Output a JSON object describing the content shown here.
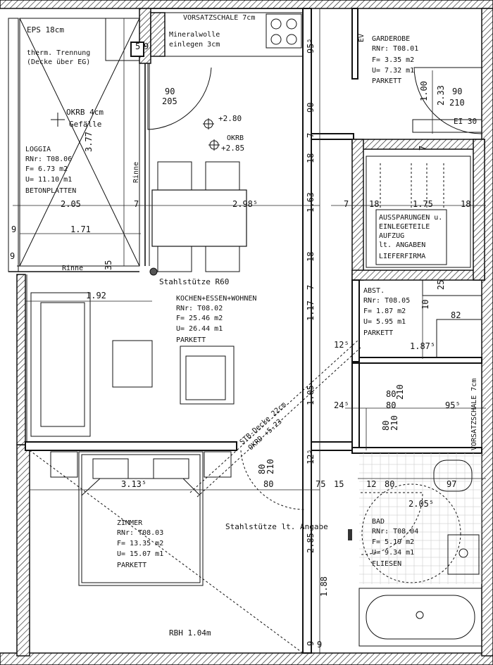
{
  "rooms": {
    "loggia": {
      "name": "LOGGIA",
      "nr": "RNr: T08.06",
      "area": "F= 6.73 m2",
      "perimeter": "U= 11.10 m1",
      "floor": "BETONPLATTEN"
    },
    "kitchen": {
      "name": "KOCHEN+ESSEN+WOHNEN",
      "nr": "RNr: T08.02",
      "area": "F= 25.46 m2",
      "perimeter": "U= 26.44 m1",
      "floor": "PARKETT"
    },
    "garderobe": {
      "name": "GARDEROBE",
      "nr": "RNr: T08.01",
      "area": "F= 3.35 m2",
      "perimeter": "U= 7.32 m1",
      "floor": "PARKETT"
    },
    "abst": {
      "name": "ABST.",
      "nr": "RNr: T08.05",
      "area": "F= 1.87 m2",
      "perimeter": "U= 5.95 m1",
      "floor": "PARKETT"
    },
    "zimmer": {
      "name": "ZIMMER",
      "nr": "RNr: T08.03",
      "area": "F= 13.35 m2",
      "perimeter": "U= 15.07 m1",
      "floor": "PARKETT"
    },
    "bad": {
      "name": "BAD",
      "nr": "RNr: T08.04",
      "area": "F= 5.19 m2",
      "perimeter": "U= 9.34 m1",
      "floor": "FLIESEN"
    }
  },
  "notes": {
    "eps": "EPS 18cm",
    "therm1": "therm. Trennung",
    "therm2": "(Decke über EG)",
    "okrb": "OKRB 4cm",
    "gefaelle": "Gefälle",
    "rinne1": "Rinne",
    "rinne2": "Rinne",
    "vorsatz_top": "VORSATZSCHALE 7cm",
    "mineral1": "Mineralwolle",
    "mineral2": "einlegen 3cm",
    "lvl1": "+2.80",
    "lvl2a": "OKRB",
    "lvl2b": "+2.85",
    "stuetze1": "Stahlstütze R60",
    "stuetze2": "Stahlstütze lt. Angabe",
    "aussp1": "AUSSPARUNGEN u.",
    "aussp2": "EINLEGETEILE",
    "aussp3": "AUFZUG",
    "aussp4": "lt. ANGABEN",
    "aussp5": "LIEFERFIRMA",
    "stb1": "STB-Decke 22cm",
    "stb2": "OKRD +5.23",
    "vorsatz_right": "VORSATZSCHALE 7cm",
    "rbh": "RBH 1.04m",
    "ev": "EV",
    "ei": "EI 30"
  },
  "dims": {
    "d_90_205_a": "90",
    "d_90_205_b": "205",
    "d_377": "3.77",
    "d_205": "2.05",
    "d_171": "1.71",
    "d_298": "2.98⁵",
    "d_192": "1.92",
    "d_313": "3.13⁵",
    "d_95": "95⁵",
    "d_90": "90",
    "d_7a": "7",
    "d_18a": "18",
    "d_163": "1.63",
    "d_7b": "7",
    "d_18b": "18",
    "d_7c": "7",
    "d_117": "1.17",
    "d_125": "12⁵",
    "d_105": "1.05",
    "d_125b": "12⁵",
    "d_285": "2.85",
    "d_188": "1.88",
    "d_9a": "9",
    "d_9b": "9",
    "d_100": "1.00",
    "d_233": "2.33",
    "d_90_210_a": "90",
    "d_90_210_b": "210",
    "d_18c": "18",
    "d_175": "1.75",
    "d_18d": "18",
    "d_7d": "7",
    "d_25": "25",
    "d_10": "10",
    "d_82": "82",
    "d_187": "1.87⁵",
    "d_245": "24⁵",
    "d_80a": "80",
    "d_210a": "210",
    "d_80b": "80",
    "d_955": "95⁵",
    "d_80c": "80",
    "d_210b": "210",
    "d_80_210_bed_a": "80",
    "d_80_210_bed_b": "210",
    "d_80d": "80",
    "d_75": "75",
    "d_15": "15",
    "d_12": "12",
    "d_80e": "80",
    "d_97": "97",
    "d_2055": "2.05⁵",
    "d_9c": "9",
    "d_9d": "9",
    "d_35": "35",
    "d_5": "5",
    "d_9e": "9",
    "d_7e": "7"
  }
}
